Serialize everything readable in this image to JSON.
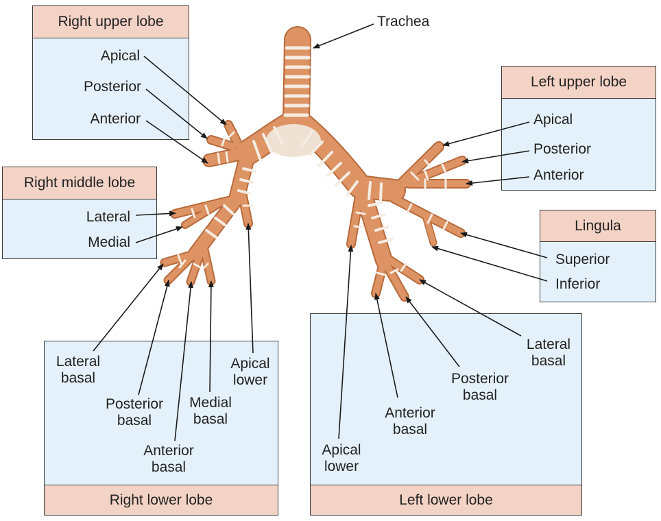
{
  "colors": {
    "box_fill": "#e4f1fa",
    "header_fill": "#f3d3c5",
    "airway": "#dd9363",
    "ring": "#f5ece2",
    "line": "#222222"
  },
  "trachea": "Trachea",
  "right_upper": {
    "title": "Right upper lobe",
    "apical": "Apical",
    "posterior": "Posterior",
    "anterior": "Anterior"
  },
  "right_middle": {
    "title": "Right middle lobe",
    "lateral": "Lateral",
    "medial": "Medial"
  },
  "left_upper": {
    "title": "Left upper lobe",
    "apical": "Apical",
    "posterior": "Posterior",
    "anterior": "Anterior"
  },
  "lingula": {
    "title": "Lingula",
    "superior": "Superior",
    "inferior": "Inferior"
  },
  "right_lower": {
    "title": "Right lower lobe",
    "lateral_basal": [
      "Lateral",
      "basal"
    ],
    "posterior_basal": [
      "Posterior",
      "basal"
    ],
    "anterior_basal": [
      "Anterior",
      "basal"
    ],
    "medial_basal": [
      "Medial",
      "basal"
    ],
    "apical_lower": [
      "Apical",
      "lower"
    ]
  },
  "left_lower": {
    "title": "Left lower lobe",
    "apical_lower": [
      "Apical",
      "lower"
    ],
    "anterior_basal": [
      "Anterior",
      "basal"
    ],
    "posterior_basal": [
      "Posterior",
      "basal"
    ],
    "lateral_basal": [
      "Lateral",
      "basal"
    ]
  }
}
